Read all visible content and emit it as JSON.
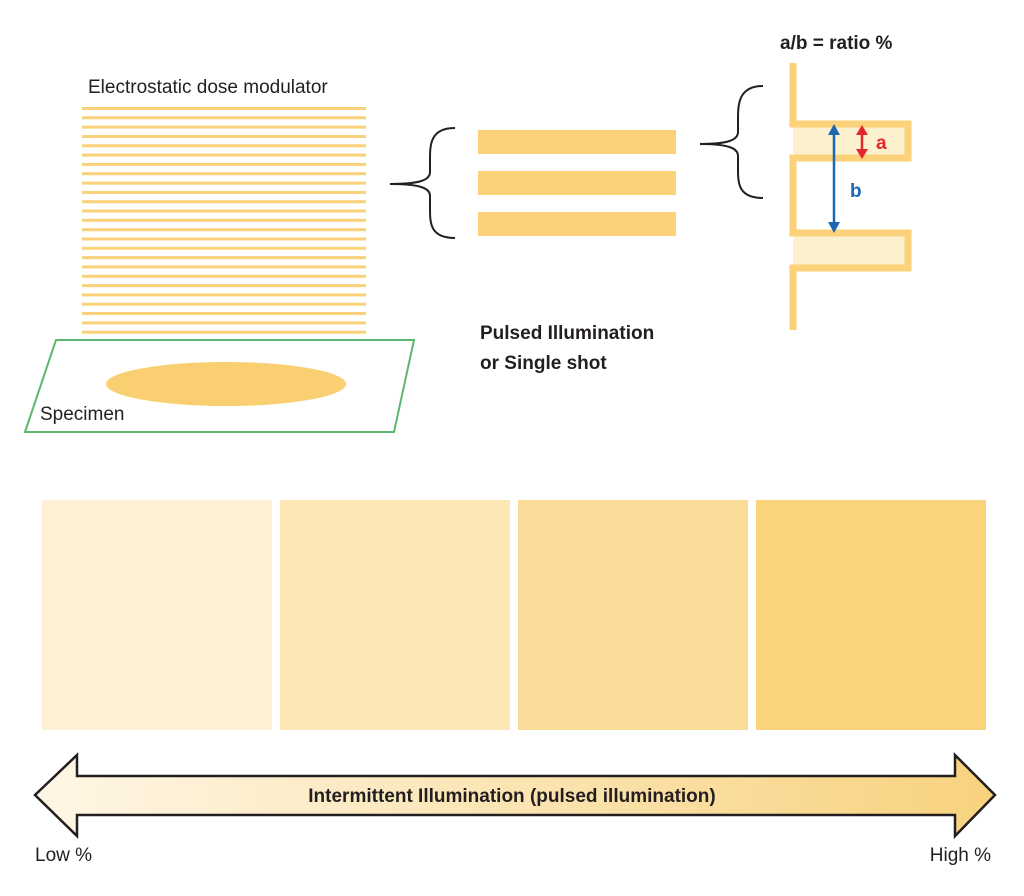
{
  "labels": {
    "modulator": "Electrostatic dose modulator",
    "specimen": "Specimen",
    "pulsed_line1": "Pulsed Illumination",
    "pulsed_line2": "or Single shot",
    "ratio_formula": "a/b = ratio %",
    "a": "a",
    "b": "b",
    "scale_arrow": "Intermittent Illumination (pulsed illumination)",
    "low": "Low %",
    "high": "High %"
  },
  "colors": {
    "stripe": "#fbd27a",
    "specimen_border": "#5bb86e",
    "ellipse": "#f9cf72",
    "pulse_fill": "#fdf0cf",
    "a_arrow": "#e3262b",
    "b_arrow": "#1b67b2",
    "text": "#231f20"
  },
  "scale_levels": [
    {
      "name": "level-1",
      "color": "#fdf0d5"
    },
    {
      "name": "level-2",
      "color": "#fce6b6"
    },
    {
      "name": "level-3",
      "color": "#fbdc98"
    },
    {
      "name": "level-4",
      "color": "#fad47c"
    }
  ]
}
